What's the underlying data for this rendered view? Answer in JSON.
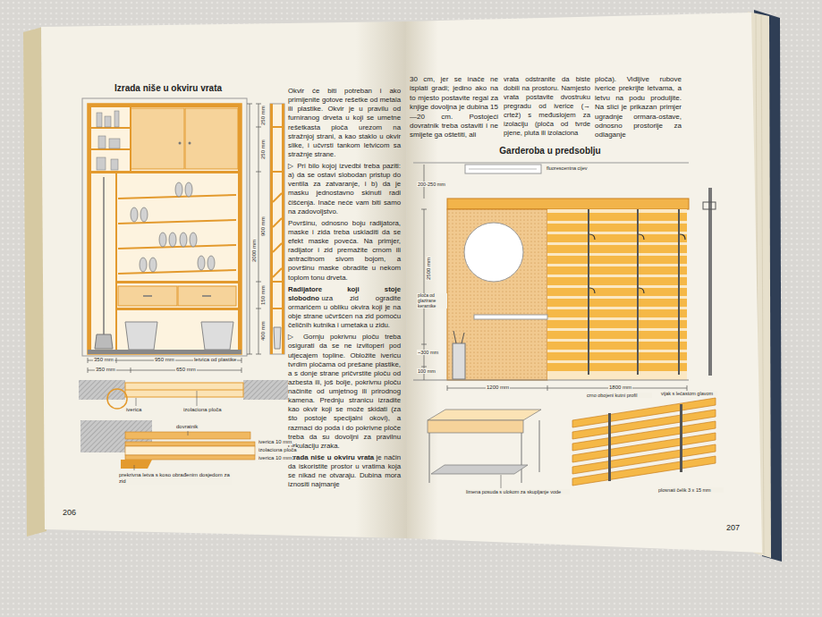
{
  "diagram": {
    "labels": [
      "Izrada niše u okviru vrata",
      "Okvir će biti potreban i ako primijenite gotove rešetke od metala ili plastike. Okvir je u pravilu od furniranog drveta u koji se umetne rešetkasta ploča urezom na stražnjoj strani, a kao staklo u okvir slike, i učvrsti tankom letvicom sa stražnje strane.",
      "▷ Pri bilo kojoj izvedbi treba paziti: a) da se ostavi slobodan pristup do ventila za zatvaranje, i b) da je masku jednostavno skinuti radi čišćenja. Inače neće vam biti samo na zadovoljstvo.",
      "Površinu, odnosno boju radijatora, maske i zida treba uskladiti da se efekt maske poveća. Na primjer, radijator i zid premažite crnom ili antracitnom sivom bojom, a površinu maske obradite u nekom toplom tonu drveta.",
      "Radijatore koji stoje slobodno",
      "uza zid ogradite ormarićem u obliku okvira koji je na obje strane učvršćen na zid pomoću čeličnih kutnika i umetaka u zidu.",
      "▷ Gornju pokrivnu ploču treba osigurati da se ne izvitoperi pod utjecajem topline. Obložite ivericu tvrdim pločama od prešane plastike, a s donje strane pričvrstite ploču od azbesta ili, još bolje, pokrivnu ploču načinite od umjetnog ili prirodnog kamena. Prednju stranicu izradite kao okvir koji se može skidati (za što postoje specijalni okovi), a razmaci do poda i do pokrivne ploče treba da su dovoljni za pravilnu cirkulaciju zraka.",
      "Izrada niše u okviru vrata",
      "je način da iskoristite prostor u vratima koja se nikad ne otvaraju. Dubina mora iznositi najmanje",
      "30 cm, jer se inače ne isplati gradi; jedino ako na to mjesto postavite regal za knjige dovoljna je dubina 15—20 cm. Postojeći dovratnik treba ostaviti i ne smijete ga oštetiti, ali",
      "vrata odstranite da biste dobili na prostoru. Namjesto vrata postavite dvostruku pregradu od iverice (→ crtež) s međuslojem za izolaciju (ploča od tvrde pjene, pluta ili izolaciona",
      "ploča). Vidljive rubove iverice prekrijte letvama, a letvu na podu produljite. Na slici je prikazan primjer ugradnje ormara-ostave, odnosno prostorije za odlaganje",
      "Garderoba u predsoblju",
      "250 mm",
      "250 mm",
      "900 mm",
      "2000 mm",
      "150 mm",
      "400 mm",
      "350 mm",
      "950 mm",
      "letvica od plastike",
      "350 mm",
      "650 mm",
      "iverica",
      "izolaciona ploča",
      "dovratnik",
      "iverica 10 mm",
      "izolaciona ploča",
      "iverica 10 mm",
      "prekrivna letva s koso obrađenim dosjedom za zid",
      "206",
      "fluorescentna cijev",
      "200-250 mm",
      "2500 mm",
      "ploča od glazirane keramike",
      "~300 mm",
      "100 mm",
      "1200 mm",
      "1800 mm",
      "limena posuda s ulokom za skupljanje vode",
      "crno obojeni kutni profil",
      "vijak s lećastom glavom",
      "plosnati čelik 3 x 15 mm",
      "207"
    ]
  }
}
